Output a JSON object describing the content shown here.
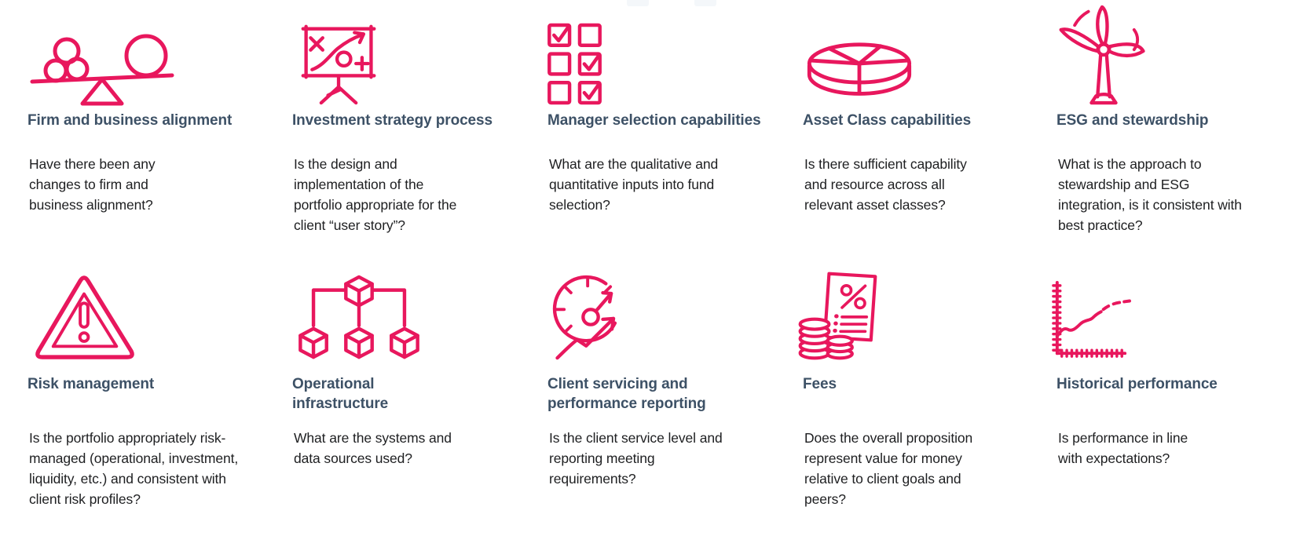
{
  "theme": {
    "accent_pink": "#e8175d",
    "heading_color": "#3d5166",
    "body_text_color": "#1e1f21",
    "background": "#ffffff"
  },
  "cards": [
    {
      "icon": "balance-scale-icon",
      "title": "Firm and business alignment",
      "body": "Have there been any\nchanges to firm and\nbusiness alignment?"
    },
    {
      "icon": "strategy-whiteboard-icon",
      "title": "Investment strategy process",
      "body": "Is the design and\nimplementation of the\nportfolio appropriate for the\nclient “user story”?"
    },
    {
      "icon": "checklist-icon",
      "title": "Manager selection capabilities",
      "body": "What are the qualitative and\nquantitative inputs into fund\nselection?"
    },
    {
      "icon": "pie-chart-icon",
      "title": "Asset Class capabilities",
      "body": "Is there sufficient capability\nand resource across all\nrelevant asset classes?"
    },
    {
      "icon": "wind-turbine-icon",
      "title": "ESG and stewardship",
      "body": "What is the approach to\nstewardship and ESG\nintegration, is it consistent with\nbest practice?"
    },
    {
      "icon": "warning-triangle-icon",
      "title": "Risk management",
      "body": "Is the portfolio appropriately risk-\nmanaged (operational, investment,\nliquidity, etc.) and consistent with\nclient risk profiles?"
    },
    {
      "icon": "network-cubes-icon",
      "title": "Operational\ninfrastructure",
      "body": "What are the systems and\ndata sources used?"
    },
    {
      "icon": "gauge-arrow-icon",
      "title": "Client servicing and\nperformance reporting",
      "body": "Is the client service level and\nreporting meeting\nrequirements?"
    },
    {
      "icon": "fees-document-coins-icon",
      "title": "Fees",
      "body": "Does the overall proposition\nrepresent value for money\nrelative to client goals and\npeers?"
    },
    {
      "icon": "line-chart-icon",
      "title": "Historical performance",
      "body": "Is performance in line\nwith expectations?"
    }
  ]
}
